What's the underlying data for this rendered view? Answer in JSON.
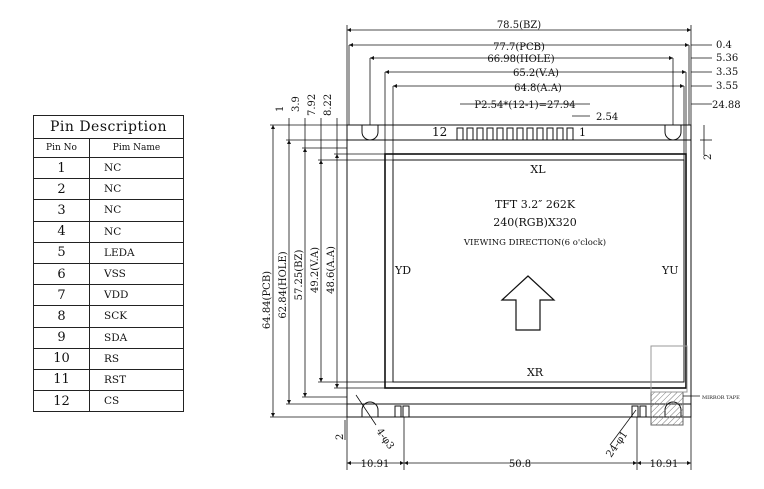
{
  "pin_table": {
    "title": "Pin Description",
    "col_no": "Pin No",
    "col_name": "Pim Name",
    "rows": [
      {
        "no": "1",
        "name": "NC"
      },
      {
        "no": "2",
        "name": "NC"
      },
      {
        "no": "3",
        "name": "NC"
      },
      {
        "no": "4",
        "name": "NC"
      },
      {
        "no": "5",
        "name": "LEDA"
      },
      {
        "no": "6",
        "name": "VSS"
      },
      {
        "no": "7",
        "name": "VDD"
      },
      {
        "no": "8",
        "name": "SCK"
      },
      {
        "no": "9",
        "name": "SDA"
      },
      {
        "no": "10",
        "name": "RS"
      },
      {
        "no": "11",
        "name": "RST"
      },
      {
        "no": "12",
        "name": "CS"
      }
    ]
  },
  "drawing": {
    "dims_top": {
      "bz": "78.5(BZ)",
      "pcb": "77.7(PCB)",
      "hole": "66.98(HOLE)",
      "va": "65.2(V.A)",
      "aa": "64.8(A.A)",
      "pitch": "P2.54*(12-1)=27.94",
      "pin_pitch": "2.54",
      "r_04": "0.4",
      "r_536": "5.36",
      "r_335": "3.35",
      "r_355": "3.55",
      "r_2488": "24.88"
    },
    "dims_left_vertical": {
      "d1": "1",
      "d39": "3.9",
      "d792": "7.92",
      "d822": "8.22",
      "pcb": "64.84(PCB)",
      "hole": "62.84(HOLE)",
      "bz": "57.25(BZ)",
      "va": "49.2(V.A)",
      "aa": "48.6(A.A)",
      "bottom_2": "2"
    },
    "dims_bottom": {
      "left": "10.91",
      "mid": "50.8",
      "right": "10.91",
      "hole_left": "4-φ3",
      "hole_right": "24-φ1"
    },
    "right_2": "2",
    "pin12_label": "12",
    "pin1_label": "1",
    "labels": {
      "xl": "XL",
      "xr": "XR",
      "yd": "YD",
      "yu": "YU",
      "spec1": "TFT 3.2″  262K",
      "spec2": "240(RGB)X320",
      "spec3": "VIEWING DIRECTION(6 o'clock)",
      "mirror": "MIRROR TAPE"
    }
  }
}
